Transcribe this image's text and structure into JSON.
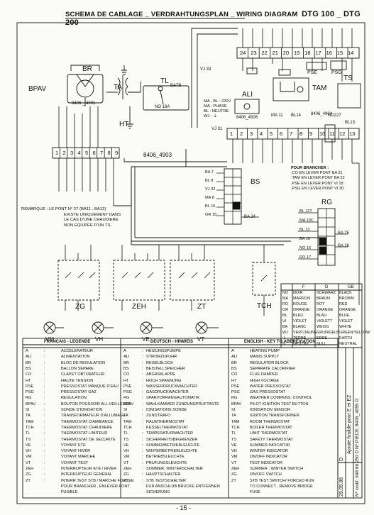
{
  "title": "SCHEMA DE CABLAGE _ VERDRAHTUNGSPLAN _ WIRING DIAGRAM",
  "model": "DTG 100 _ DTG 200",
  "part_numbers": {
    "main": "8406_4903",
    "bpav_block": "8406 _ 4901",
    "ali_block": "8406_4506",
    "ts_block": "8406_4904"
  },
  "components": {
    "br": "BR",
    "bpav": "BPAV",
    "tl": "TL",
    "ta": "TA",
    "ht": "HT",
    "ali": "ALI",
    "tam": "TAM",
    "ts": "TS",
    "pse": "PSE",
    "psg": "PSG",
    "bs": "BS",
    "rg": "RG",
    "zg": "ZG",
    "zeh": "ZEH",
    "zt": "ZT",
    "tch": "TCH",
    "vm": "VM",
    "vh": "VH",
    "ve": "VE",
    "vt": "VT",
    "wj": "WJ",
    "bpav2": "BPAV",
    "ma11": "MA 11",
    "bl14": "BL14",
    "bl13": "BL13",
    "nd227": "ND227",
    "vj33": "VJ 33",
    "vj31": "VJ 31"
  },
  "tl_label": "NO 18A",
  "ba7b": "BA7B",
  "supply_label": [
    "MA , BL : 220V",
    "MA : PHASE",
    "BL : NEUTRE",
    "WJ : ⏚"
  ],
  "top_strip": [
    "24",
    "23",
    "22",
    "21",
    "20",
    "19",
    "18",
    "17",
    "16",
    "15",
    "14"
  ],
  "main_strip": [
    "1",
    "2",
    "3",
    "4",
    "5",
    "6",
    "7",
    "8",
    "9",
    "10",
    "11",
    "12",
    "13"
  ],
  "left_strip": [
    "1",
    "2",
    "3",
    "4",
    "5",
    "6",
    "7",
    "8",
    "9"
  ],
  "pour_branch": {
    "title": "POUR BRANCHER :",
    "rows": [
      ".CO EN LEVER PONT BA 21",
      ".TAM EN LEVER PONT BA 22",
      ".PSE EN LEVER PONT VI 18",
      ".PSG EN LEVER PONT VI 30"
    ]
  },
  "bs_wires": [
    "BA 7",
    "BL 8",
    "VJ 32",
    "MA 8",
    "BL 15",
    "OR 15"
  ],
  "bs_extra": "BA 24",
  "rg_wires": [
    "BL 12T",
    "MA 10C",
    "BL 13",
    "BA 16",
    "NO 16",
    "RO 17"
  ],
  "rg_extra": [
    "BA 25",
    "BA 26"
  ],
  "remark": [
    "REMARQUE : LE PONT N° 27 (BA11 , BA12)",
    "EXISTE UNIQUEMENT DANS",
    "LE CAS D'UNE CHAUDIERE",
    "NON EQUIPEE D'UN TS."
  ],
  "colors_table": {
    "headers": [
      "F",
      "D",
      "GB"
    ],
    "rows": [
      [
        "NO",
        "NOIR",
        "SCHWARZ",
        "BLACK"
      ],
      [
        "MA",
        "MARRON",
        "BRAUN",
        "BROWN"
      ],
      [
        "RO",
        "ROUGE",
        "ROT",
        "RED"
      ],
      [
        "OR",
        "ORANGE",
        "ORANGE",
        "ORANGE"
      ],
      [
        "BL",
        "BLEU",
        "BLAU",
        "BLUE"
      ],
      [
        "VI",
        "VIOLET",
        "VIOLETT",
        "VIOLET"
      ],
      [
        "BA",
        "BLANC",
        "WEISS",
        "WHITE"
      ],
      [
        "WJ",
        "VERT/JAUNE",
        "GRUN/GELB",
        "GREEN/YELLOW"
      ],
      [
        "⏚",
        "TERRE",
        "ERDE",
        "EARTH"
      ],
      [
        "N",
        "NEUTRE",
        "NULL",
        "NEUTRAL"
      ]
    ]
  },
  "legend": {
    "fr_title": "FRANCAIS - LEGENDE",
    "de_title": "DEUTSCH - HINWEIS",
    "en_title": "ENGLISH - KEY TO ABBREVIATION",
    "abbr": [
      "A",
      "ALI",
      "BR",
      "BS",
      "CO",
      "HT",
      "PSE",
      "PSG",
      "RG",
      "BPAV",
      "SI",
      "TA",
      "TAM",
      "TCH",
      "TL",
      "TS",
      "VE",
      "VH",
      "VM",
      "VT",
      "ZEH",
      "ZG",
      "ZT",
      "",
      ""
    ],
    "fr": [
      "ACCELERATEUR",
      "ALIMENTATION",
      "BLOC DE REGULATION",
      "BALLON SEPARE",
      "CLAPET OBTURATEUR",
      "HAUTE TENSION",
      "PRESSOSTAT MANQUE D'EAU",
      "PRESSOSTAT GAZ",
      "REGULATION",
      "BOUTON POUSSOIR ALL.VEILLEUSE",
      "SONDE D'IONISATION",
      "TRANSFORMATEUR D'ALLUMAGE",
      "THERMOSTAT D'AMBIANCE",
      "THERMOSTAT CHAUDIERE",
      "THERMOSTAT LIMITEUR",
      "THERMOSTAT DE SECURITE",
      "VOYANT ETE",
      "VOYANT HIVER",
      "VOYANT MARCHE",
      "VOYANT TEST",
      "INTERRUPTEUR ETE / HIVER",
      "INTERRUPTEUR GENERAL",
      "INTERR.TEST STB / MARCHE FORCEE",
      "POUR BRANCHER , ENLEVER PONT",
      "FUSIBLE"
    ],
    "de": [
      "HEIZUNGSPUMPE",
      "STROMZUFUHR",
      "REGELBLOCK",
      "BEISTELLSPEICHER",
      "ABGASKLAPPE",
      "HOCH SPANNUNG",
      "WASSERDRUCKWACHTER",
      "GASDRUCKWACHTER",
      "SPARVORRANGAUTOMATIK",
      "WAHLKAMMER ZUNDUNGPRUFTASTE",
      "IONISATIONS SONDE",
      "ZUNDTRAFO",
      "RAUMTHERMOSTAT",
      "KESSELTHERMOSTAT",
      "TEMPERATURWACHTER",
      "SICHERHEITSBEGRENZER",
      "SOMMERBETRIEBLEUCHTE",
      "WINTERBETRIEBLEUCHTE",
      "BETRIEBSLEUCHTE",
      "PRUFUNGSLEUCHTE",
      "SOMMER, WINTERSCHALTER",
      "HAUPTSCHALTER",
      "STB TESTSCHALTER",
      "FUR ANSCHLUB BRUCKE ENTFERNEN",
      "SICHERUNG"
    ],
    "en": [
      "HEATING PUMP",
      "MAINS SUPPLY",
      "REGULATOR BLOCK",
      "SEPARATE CALORIFIER",
      "FLUE DAMPER",
      "HIGH VOLTAGE",
      "WATER PRESSOSTAT",
      "GAS PRESSOSTAT",
      "WEATHER COMPENS. CONTROL",
      "PILOT IGNITION TEST BUTTON",
      "IONISATION SENSOR",
      "IGNITION TRANSFORMER",
      "ROOM THERMOSTAT",
      "BOILER THERMOSTAT",
      "LIMIT THERMOSTAT",
      "SAFETY THERMOSTAT",
      "SUMMER INDICATOR",
      "WINTER INDICATOR",
      "ON/OFF INDICATOR",
      "TEST INDICATOR",
      "SUMMER , WINTER SWITCH",
      "ON/OFF SWITCH",
      "STB TEST SWITCH/ FORCED RUN",
      "TO CONNECT , REMOVE BRIDGE",
      "FUSE"
    ]
  },
  "side_info": {
    "date": "29.05.86",
    "index": "D",
    "description": "Ajoute fusible pour E et EZ",
    "ref": "Nº codif. 948 66 250 D  Nº PIECE: 8406_4055 D"
  },
  "page_number": "- 15 -"
}
